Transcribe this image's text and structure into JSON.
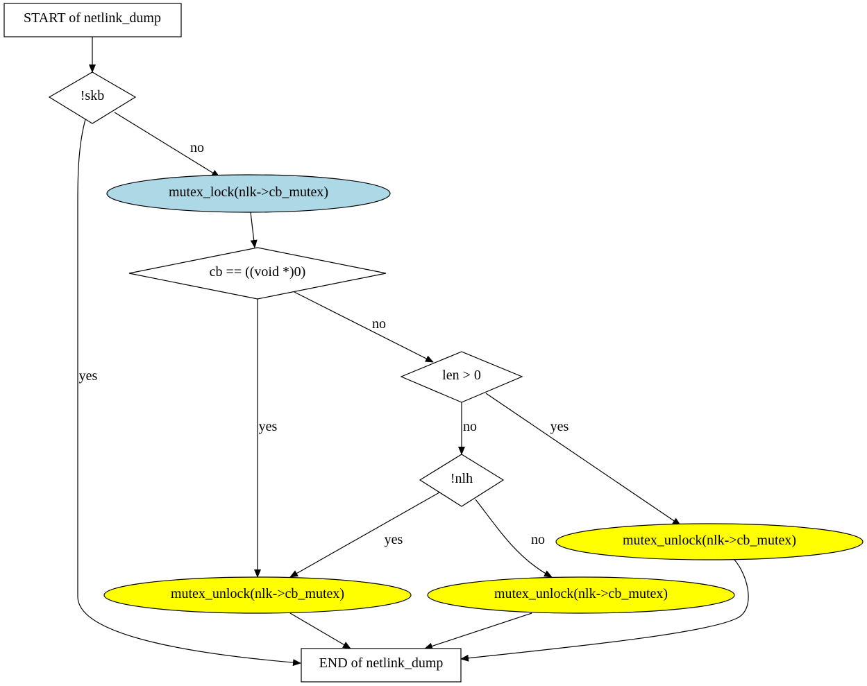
{
  "nodes": {
    "start": {
      "label": "START of netlink_dump"
    },
    "d_skb": {
      "label": "!skb"
    },
    "lock": {
      "label": "mutex_lock(nlk->cb_mutex)",
      "fill": "#add8e6"
    },
    "d_cb": {
      "label": "cb == ((void *)0)"
    },
    "d_len": {
      "label": "len > 0"
    },
    "d_nlh": {
      "label": "!nlh"
    },
    "unlock_left": {
      "label": "mutex_unlock(nlk->cb_mutex)",
      "fill": "#ffff00"
    },
    "unlock_mid": {
      "label": "mutex_unlock(nlk->cb_mutex)",
      "fill": "#ffff00"
    },
    "unlock_right": {
      "label": "mutex_unlock(nlk->cb_mutex)",
      "fill": "#ffff00"
    },
    "end": {
      "label": "END of netlink_dump"
    }
  },
  "edges": {
    "skb_no": "no",
    "skb_yes": "yes",
    "cb_no": "no",
    "cb_yes": "yes",
    "len_no": "no",
    "len_yes": "yes",
    "nlh_yes": "yes",
    "nlh_no": "no"
  }
}
